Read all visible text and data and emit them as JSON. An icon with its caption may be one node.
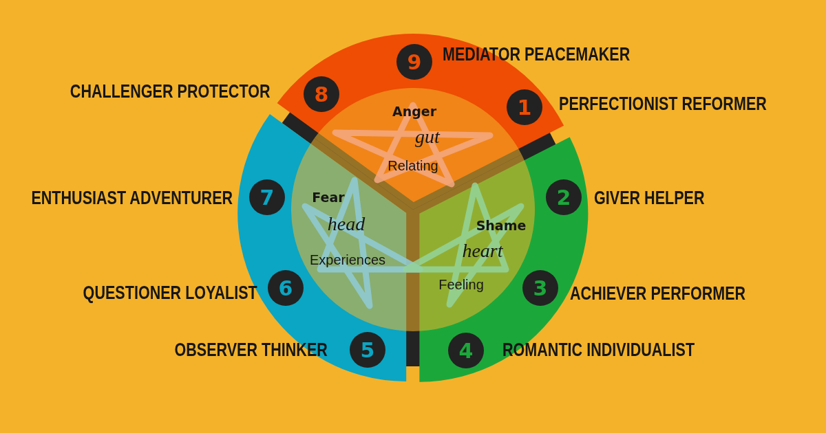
{
  "diagram": {
    "nodes": [
      {
        "text": [],
        "shape": "band"
      },
      {
        "text": [
          "8"
        ],
        "in": 0,
        "beside": [
          "CHALLENGER PROTECTOR"
        ]
      },
      {
        "text": [
          "9"
        ],
        "in": 0,
        "beside": [
          "MEDIATOR PEACEMAKER"
        ]
      },
      {
        "text": [
          "1"
        ],
        "in": 0,
        "beside": [
          "PERFECTIONIST REFORMER"
        ]
      },
      {
        "text": [],
        "shape": "band"
      },
      {
        "text": [
          "7"
        ],
        "in": 4,
        "beside": [
          "ENTHUSIAST ADVENTURER"
        ]
      },
      {
        "text": [
          "6"
        ],
        "in": 4,
        "beside": [
          "QUESTIONER LOYALIST"
        ]
      },
      {
        "text": [
          "5"
        ],
        "in": 4,
        "beside": [
          "OBSERVER THINKER"
        ]
      },
      {
        "text": [],
        "shape": "band"
      },
      {
        "text": [
          "2"
        ],
        "in": 8,
        "beside": [
          "GIVER HELPER"
        ]
      },
      {
        "text": [
          "3"
        ],
        "in": 8,
        "beside": [
          "ACHIEVER PERFORMER"
        ]
      },
      {
        "text": [
          "4"
        ],
        "in": 8,
        "beside": [
          "ROMANTIC INDIVIDUALIST"
        ]
      },
      {
        "text": [
          "Anger",
          "gut",
          "Relating"
        ],
        "in": 0
      },
      {
        "text": [
          "Fear",
          "head",
          "Experiences"
        ],
        "in": 4
      },
      {
        "text": [
          "Shame",
          "heart",
          "Feeling"
        ],
        "in": 8
      }
    ]
  }
}
